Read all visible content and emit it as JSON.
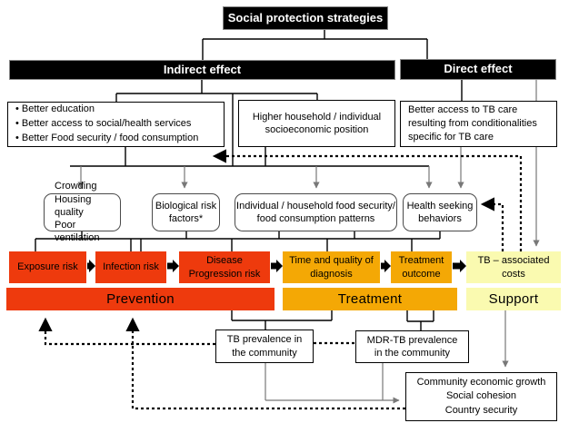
{
  "title": "Social protection strategies",
  "branches": {
    "indirect": "Indirect effect",
    "direct": "Direct effect"
  },
  "nodes": {
    "benefits": "• Better education\n• Better access to social/health services\n• Better Food security / food consumption",
    "socioeconomic": "Higher household / individual\nsocioeconomic position",
    "tb_care_access": "Better access to TB care\nresulting from conditionalities\nspecific for TB care",
    "housing": "Crowding\nHousing quality\nPoor ventilation",
    "biological": "Biological risk\nfactors*",
    "food_security": "Individual / household food security/\nfood consumption patterns",
    "health_seeking": "Health seeking\nbehaviors",
    "exposure": "Exposure risk",
    "infection": "Infection risk",
    "progression": "Disease\nProgression risk",
    "diagnosis": "Time and quality of\ndiagnosis",
    "treatment_outcome": "Treatment\noutcome",
    "tb_costs": "TB – associated\ncosts",
    "tb_prevalence": "TB prevalence in\nthe community",
    "mdr_prevalence": "MDR-TB prevalence\nin the community",
    "community": "Community economic growth\nSocial cohesion\nCountry security"
  },
  "stages": {
    "prevention": "Prevention",
    "treatment": "Treatment",
    "support": "Support"
  },
  "colors": {
    "risk_red": "#ee3a0d",
    "treatment_amber": "#f4a805",
    "support_yellow": "#fafab0",
    "bar_black": "#000000"
  }
}
